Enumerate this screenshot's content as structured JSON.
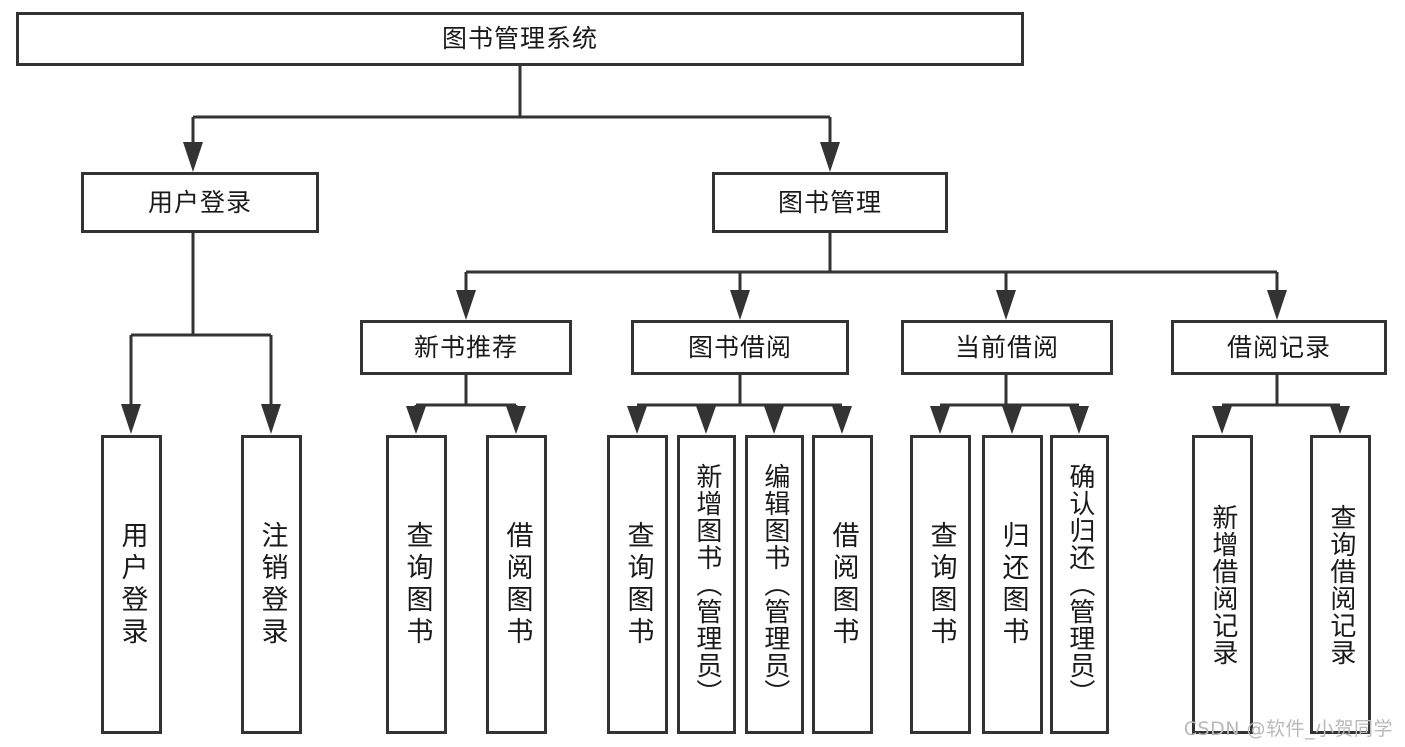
{
  "diagram": {
    "type": "tree",
    "title": "图书管理系统",
    "root": {
      "id": "root",
      "label": "图书管理系统"
    },
    "level2": [
      {
        "id": "user-login",
        "label": "用户登录"
      },
      {
        "id": "book-manage",
        "label": "图书管理"
      }
    ],
    "level3": [
      {
        "id": "new-book-recommend",
        "label": "新书推荐",
        "parent": "book-manage"
      },
      {
        "id": "book-borrow",
        "label": "图书借阅",
        "parent": "book-manage"
      },
      {
        "id": "current-borrow",
        "label": "当前借阅",
        "parent": "book-manage"
      },
      {
        "id": "borrow-record",
        "label": "借阅记录",
        "parent": "book-manage"
      }
    ],
    "leaves": [
      {
        "id": "leaf-user-login",
        "label": "用户登录",
        "parent": "user-login"
      },
      {
        "id": "leaf-logout",
        "label": "注销登录",
        "parent": "user-login"
      },
      {
        "id": "leaf-query-book-1",
        "label": "查询图书",
        "parent": "new-book-recommend"
      },
      {
        "id": "leaf-borrow-book-1",
        "label": "借阅图书",
        "parent": "new-book-recommend"
      },
      {
        "id": "leaf-query-book-2",
        "label": "查询图书",
        "parent": "book-borrow"
      },
      {
        "id": "leaf-add-book",
        "label": "新增图书（管理员）",
        "parent": "book-borrow"
      },
      {
        "id": "leaf-edit-book",
        "label": "编辑图书（管理员）",
        "parent": "book-borrow"
      },
      {
        "id": "leaf-borrow-book-2",
        "label": "借阅图书",
        "parent": "book-borrow"
      },
      {
        "id": "leaf-query-book-3",
        "label": "查询图书",
        "parent": "current-borrow"
      },
      {
        "id": "leaf-return-book",
        "label": "归还图书",
        "parent": "current-borrow"
      },
      {
        "id": "leaf-confirm-return",
        "label": "确认归还（管理员）",
        "parent": "current-borrow"
      },
      {
        "id": "leaf-add-record",
        "label": "新增借阅记录",
        "parent": "borrow-record"
      },
      {
        "id": "leaf-query-record",
        "label": "查询借阅记录",
        "parent": "borrow-record"
      }
    ],
    "colors": {
      "border": "#333333",
      "background": "#ffffff",
      "text": "#1a1a1a",
      "connector": "#333333",
      "watermark": "#b9b9b9"
    }
  },
  "watermark": {
    "text": "CSDN @软件_小贺同学"
  }
}
